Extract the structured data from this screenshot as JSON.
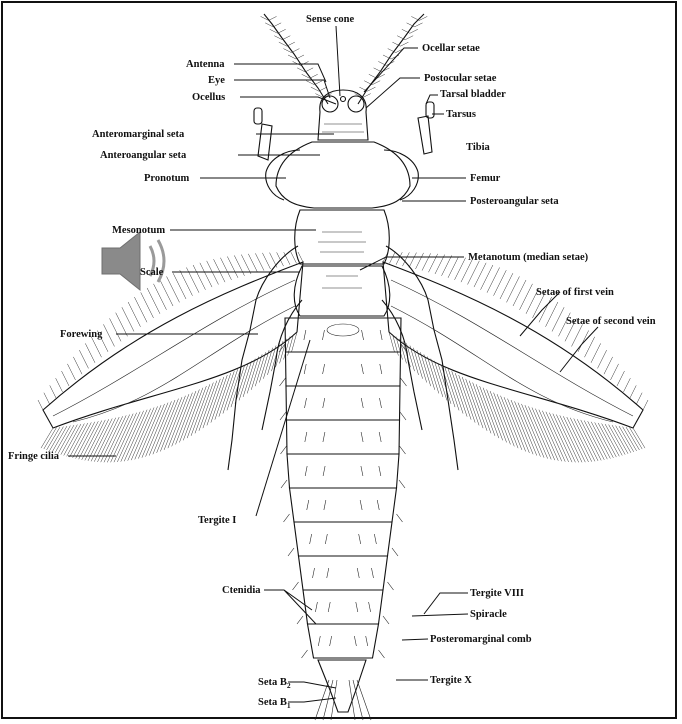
{
  "figure": {
    "labels": {
      "sense_cone": "Sense cone",
      "antenna": "Antenna",
      "eye": "Eye",
      "ocellus": "Ocellus",
      "ocellar_setae": "Ocellar setae",
      "postocular_setae": "Postocular setae",
      "tarsal_bladder": "Tarsal bladder",
      "tarsus": "Tarsus",
      "tibia": "Tibia",
      "anteromarginal_seta": "Anteromarginal seta",
      "anteroangular_seta": "Anteroangular seta",
      "pronotum": "Pronotum",
      "femur": "Femur",
      "posteroangular_seta": "Posteroangular seta",
      "mesonotum": "Mesonotum",
      "metanotum": "Metanotum (median setae)",
      "scale": "Scale",
      "setae_first_vein": "Setae of first vein",
      "setae_second_vein": "Setae of second vein",
      "forewing": "Forewing",
      "fringe_cilia": "Fringe cilia",
      "tergite_i": "Tergite I",
      "ctenidia": "Ctenidia",
      "tergite_viii": "Tergite VIII",
      "spiracle": "Spiracle",
      "posteromarginal_comb": "Posteromarginal comb",
      "tergite_x": "Tergite X",
      "seta_b2": "Seta B",
      "seta_b2_sub": "2",
      "seta_b1": "Seta B",
      "seta_b1_sub": "1"
    },
    "speaker_icon": "speaker-audio-icon",
    "colors": {
      "ink": "#111111",
      "speaker": "#8a8a8a",
      "background": "#ffffff"
    }
  }
}
